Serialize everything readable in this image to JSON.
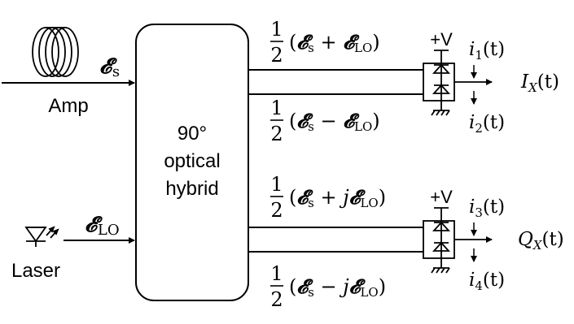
{
  "hybrid": {
    "line1": "90°",
    "line2": "optical",
    "line3": "hybrid"
  },
  "amp": {
    "label": "Amp",
    "signal_symbol": "𝓔",
    "signal_sub": "s"
  },
  "laser": {
    "label": "Laser",
    "signal_symbol": "𝓔",
    "signal_sub": "LO"
  },
  "outputs": [
    {
      "frac_num": "1",
      "frac_den": "2",
      "lp": "(",
      "e1": "𝓔",
      "s1": "s",
      "op": " + ",
      "j": "",
      "e2": "𝓔",
      "s2": "LO",
      "rp": ")"
    },
    {
      "frac_num": "1",
      "frac_den": "2",
      "lp": "(",
      "e1": "𝓔",
      "s1": "s",
      "op": " − ",
      "j": "",
      "e2": "𝓔",
      "s2": "LO",
      "rp": ")"
    },
    {
      "frac_num": "1",
      "frac_den": "2",
      "lp": "(",
      "e1": "𝓔",
      "s1": "s",
      "op": " + ",
      "j": "j",
      "e2": "𝓔",
      "s2": "LO",
      "rp": ")"
    },
    {
      "frac_num": "1",
      "frac_den": "2",
      "lp": "(",
      "e1": "𝓔",
      "s1": "s",
      "op": " − ",
      "j": "j",
      "e2": "𝓔",
      "s2": "LO",
      "rp": ")"
    }
  ],
  "detectors": [
    {
      "supply": "+V",
      "i_top": "i",
      "i_top_sub": "1",
      "i_bot": "i",
      "i_bot_sub": "2",
      "t_arg": "(t)",
      "out_main": "I",
      "out_sub": "X",
      "out_arg": "(t)"
    },
    {
      "supply": "+V",
      "i_top": "i",
      "i_top_sub": "3",
      "i_bot": "i",
      "i_bot_sub": "4",
      "t_arg": "(t)",
      "out_main": "Q",
      "out_sub": "X",
      "out_arg": "(t)"
    }
  ]
}
